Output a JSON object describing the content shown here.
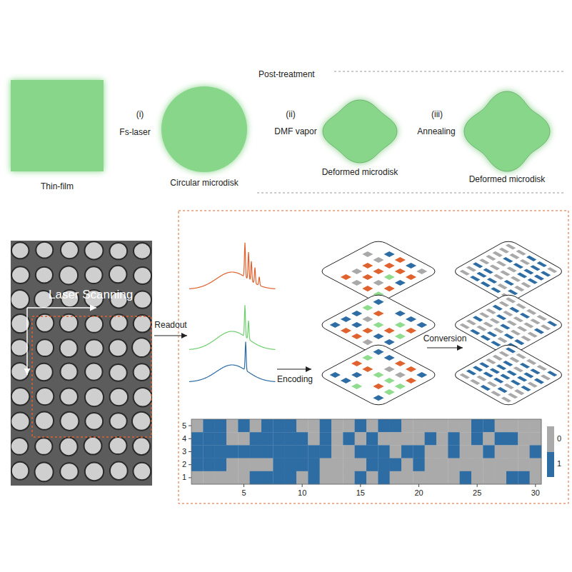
{
  "diagram": {
    "nodes": [
      {
        "text": [
          "Thin-film"
        ]
      },
      {
        "text": [
          "Circular microdisk"
        ]
      },
      {
        "text": [
          "Deformed microdisk"
        ]
      },
      {
        "text": [
          "Deformed microdisk"
        ]
      },
      {
        "text": [
          "Laser Scanning"
        ]
      }
    ],
    "labels": [
      "(i)",
      "Fs-laser",
      "Post-treatment",
      "(ii)",
      "DMF vapor",
      "(iii)",
      "Annealing",
      "Readout",
      "Encoding",
      "Conversion",
      "5",
      "4",
      "3",
      "2",
      "1",
      "5",
      "10",
      "15",
      "20",
      "25",
      "30",
      "0",
      "1"
    ]
  }
}
